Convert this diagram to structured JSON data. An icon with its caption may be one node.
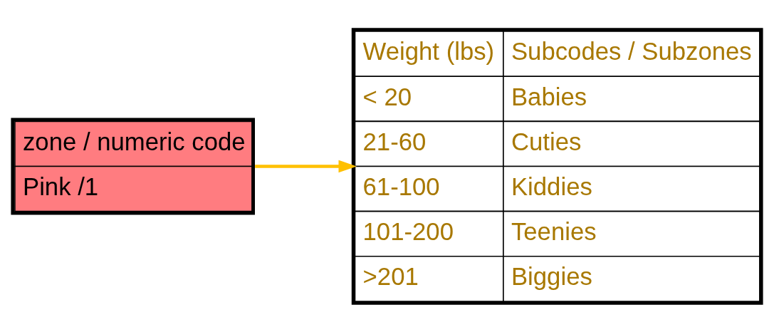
{
  "diagram": {
    "nodes": [
      {
        "text": [
          "zone / numeric code",
          "Pink /1"
        ]
      },
      {
        "text": [
          "Weight (lbs)",
          "Subcodes / Subzones",
          "< 20",
          "Babies",
          "21-60",
          "Cuties",
          "61-100",
          "Kiddies",
          "101-200",
          "Teenies",
          ">201",
          "Biggies"
        ]
      }
    ],
    "edges": [
      {
        "from": 0,
        "to": 1,
        "arrow": "to",
        "color": "#ffc000"
      }
    ]
  }
}
